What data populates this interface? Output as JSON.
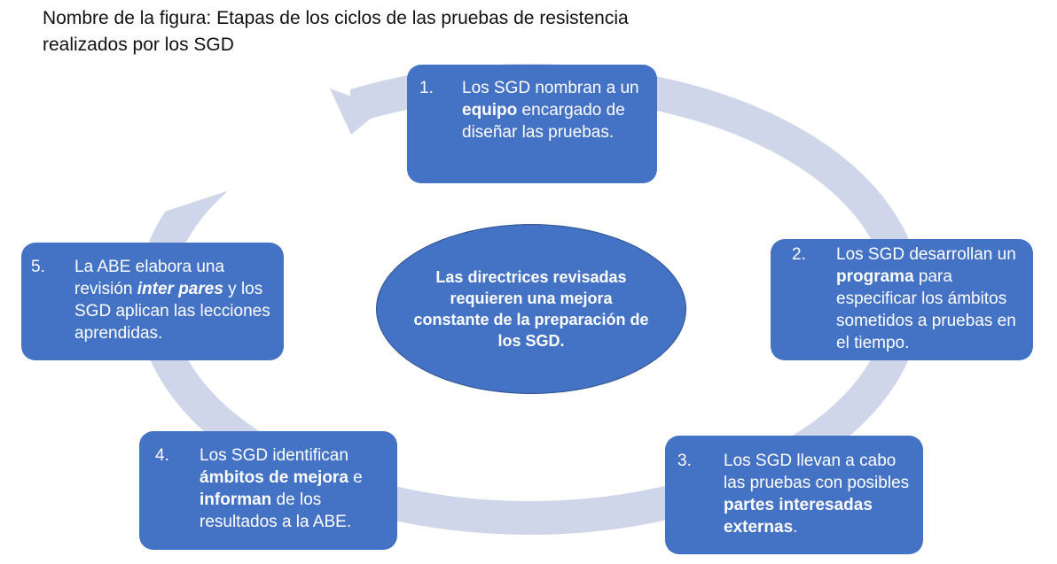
{
  "title": "Nombre de la figura: Etapas de los ciclos de las pruebas de resistencia realizados por los SGD",
  "center": "Las directrices revisadas requieren una mejora constante de la preparación de los SGD.",
  "colors": {
    "box": "#4472c4",
    "ring": "#d0d6ea",
    "text": "#ffffff"
  },
  "steps": [
    {
      "num": "1.",
      "t1": "Los SGD nombran a un ",
      "b1": "equipo",
      "t2": " encargado de diseñar las pruebas."
    },
    {
      "num": "2.",
      "t1": "Los SGD desarrollan un ",
      "b1": "programa",
      "t2": " para especificar los ámbitos sometidos a pruebas en el tiempo."
    },
    {
      "num": "3.",
      "t1": "Los SGD llevan a cabo las pruebas con posibles ",
      "b1": "partes interesadas externas",
      "t2": "."
    },
    {
      "num": "4.",
      "t1": "Los SGD identifican ",
      "b1": "ámbitos de mejora",
      "t2": " e ",
      "b2": "informan",
      "t3": " de los resultados a la ABE."
    },
    {
      "num": "5.",
      "t1": "La ABE elabora una revisión ",
      "b1": "inter pares",
      "t2": " y los SGD aplican las lecciones aprendidas."
    }
  ]
}
